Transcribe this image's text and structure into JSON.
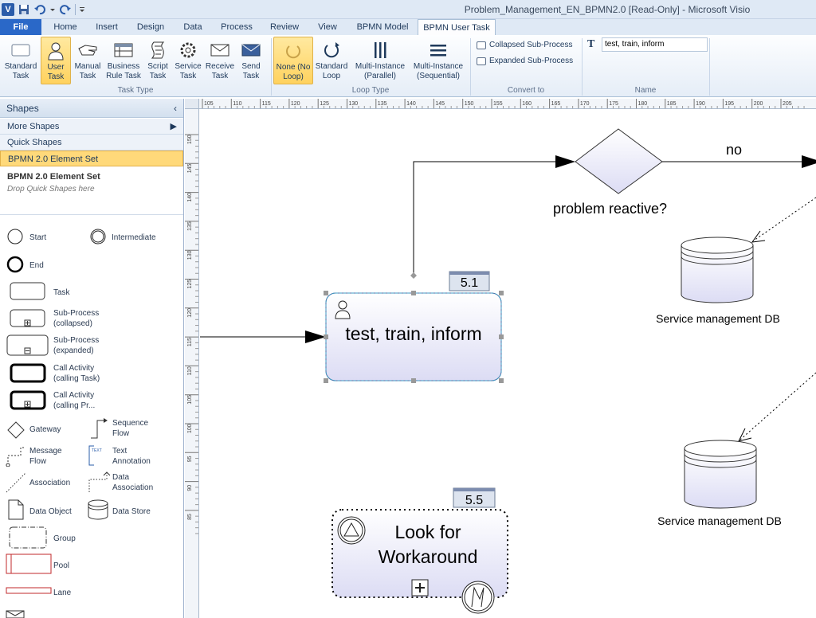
{
  "window": {
    "title": "Problem_Management_EN_BPMN2.0  [Read-Only]  -  Microsoft Visio",
    "app_letter": "V"
  },
  "tabs": [
    {
      "label": "File"
    },
    {
      "label": "Home"
    },
    {
      "label": "Insert"
    },
    {
      "label": "Design"
    },
    {
      "label": "Data"
    },
    {
      "label": "Process"
    },
    {
      "label": "Review"
    },
    {
      "label": "View"
    },
    {
      "label": "BPMN Model"
    },
    {
      "label": "BPMN User Task"
    }
  ],
  "ribbon": {
    "task_type": {
      "label": "Task Type",
      "buttons": [
        {
          "line1": "Standard",
          "line2": "Task"
        },
        {
          "line1": "User",
          "line2": "Task"
        },
        {
          "line1": "Manual",
          "line2": "Task"
        },
        {
          "line1": "Business",
          "line2": "Rule Task"
        },
        {
          "line1": "Script",
          "line2": "Task"
        },
        {
          "line1": "Service",
          "line2": "Task"
        },
        {
          "line1": "Receive",
          "line2": "Task"
        },
        {
          "line1": "Send",
          "line2": "Task"
        }
      ]
    },
    "loop_type": {
      "label": "Loop Type",
      "buttons": [
        {
          "line1": "None (No",
          "line2": "Loop)"
        },
        {
          "line1": "Standard",
          "line2": "Loop"
        },
        {
          "line1": "Multi-Instance",
          "line2": "(Parallel)"
        },
        {
          "line1": "Multi-Instance",
          "line2": "(Sequential)"
        }
      ]
    },
    "convert_to": {
      "label": "Convert to",
      "collapsed": "Collapsed Sub-Process",
      "expanded": "Expanded Sub-Process"
    },
    "name": {
      "label": "Name",
      "value": "test, train, inform"
    }
  },
  "shapes_panel": {
    "title": "Shapes",
    "more_shapes": "More Shapes",
    "quick_shapes": "Quick Shapes",
    "selected_stencil": "BPMN 2.0 Element Set",
    "stencil_title": "BPMN 2.0 Element Set",
    "stencil_hint": "Drop Quick Shapes here",
    "items": {
      "start": "Start",
      "intermediate": "Intermediate",
      "end": "End",
      "task": "Task",
      "subprocess_collapsed_1": "Sub-Process",
      "subprocess_collapsed_2": "(collapsed)",
      "subprocess_expanded_1": "Sub-Process",
      "subprocess_expanded_2": "(expanded)",
      "call_task_1": "Call Activity",
      "call_task_2": "(calling Task)",
      "call_proc_1": "Call Activity",
      "call_proc_2": "(calling Pr...",
      "gateway": "Gateway",
      "sequence_1": "Sequence",
      "sequence_2": "Flow",
      "message_1": "Message",
      "message_2": "Flow",
      "text_1": "Text",
      "text_2": "Annotation",
      "association": "Association",
      "data_assoc_1": "Data",
      "data_assoc_2": "Association",
      "data_object": "Data Object",
      "data_store": "Data Store",
      "group": "Group",
      "pool": "Pool",
      "lane": "Lane"
    }
  },
  "rulers": {
    "top": [
      "105",
      "110",
      "115",
      "120",
      "125",
      "130",
      "135",
      "140",
      "145",
      "150",
      "155",
      "160",
      "165",
      "170",
      "175",
      "180",
      "185",
      "190",
      "195",
      "200",
      "205"
    ],
    "left": [
      "150",
      "145",
      "140",
      "135",
      "130",
      "125",
      "120",
      "115",
      "110",
      "105",
      "100",
      "95",
      "90",
      "85"
    ]
  },
  "diagram": {
    "gateway_label": "problem reactive?",
    "gateway_no": "no",
    "task_main": {
      "name": "test, train, inform",
      "number": "5.1"
    },
    "task_sub": {
      "line1": "Look for",
      "line2": "Workaround",
      "number": "5.5"
    },
    "datastore_1": "Service management DB",
    "datastore_2": "Service management DB"
  }
}
